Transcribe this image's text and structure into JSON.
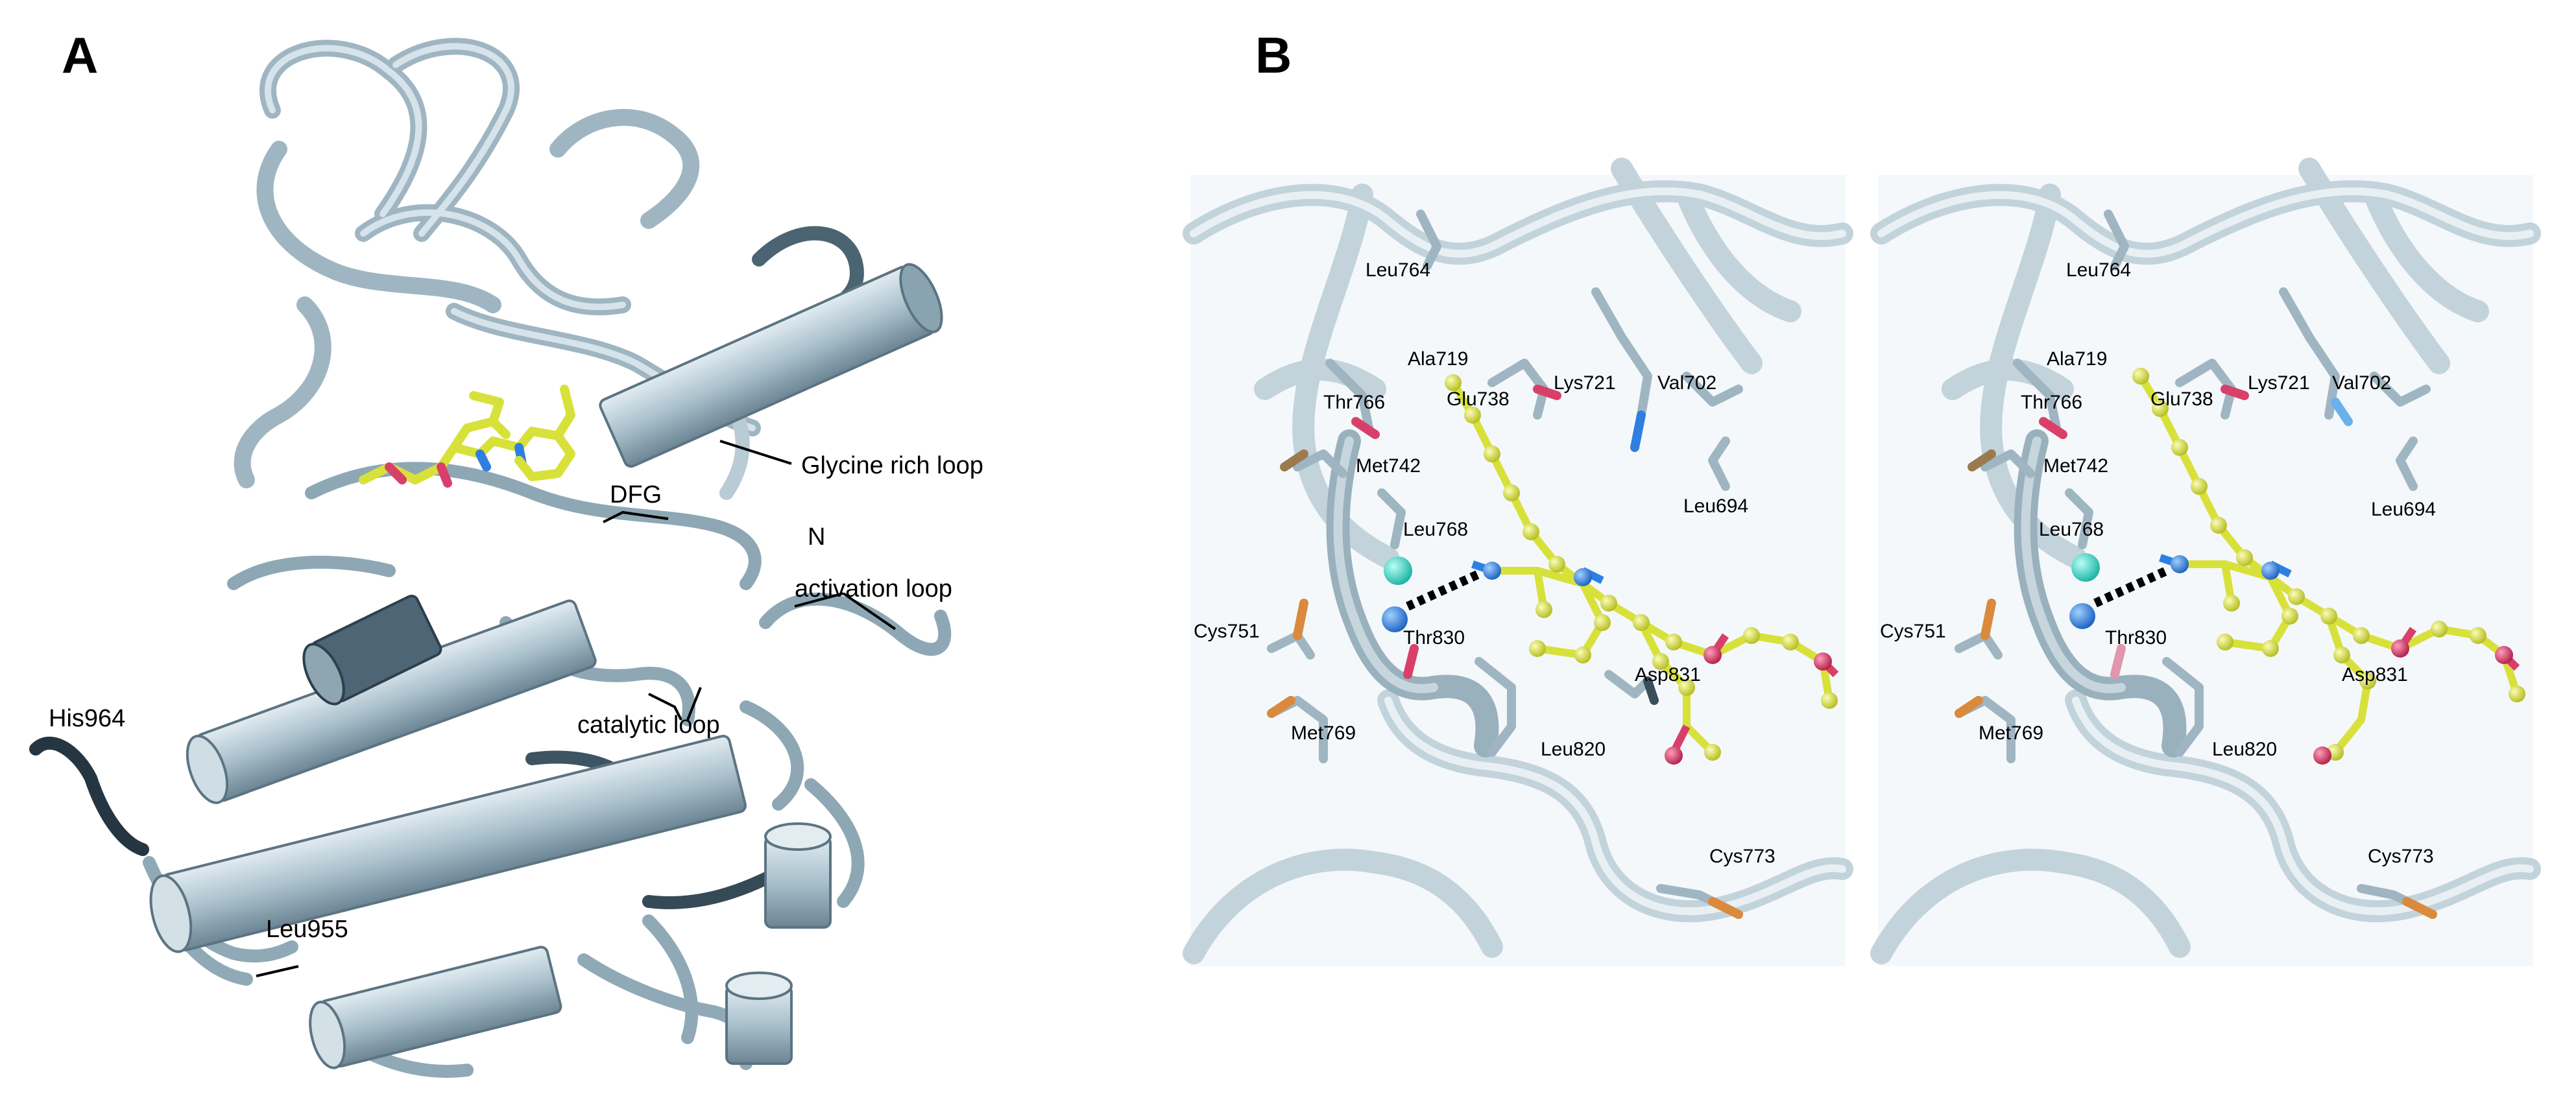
{
  "panels": [
    {
      "letter": "A"
    },
    {
      "letter": "B"
    }
  ],
  "panel_a": {
    "labels": {
      "glycine_rich_loop": "Glycine rich loop",
      "dfg": "DFG",
      "n_terminus": "N",
      "activation_loop": "activation loop",
      "catalytic_loop": "catalytic loop",
      "his964": "His964",
      "leu955": "Leu955"
    }
  },
  "panel_b": {
    "left": {
      "leu764": "Leu764",
      "ala719": "Ala719",
      "thr766": "Thr766",
      "glu738": "Glu738",
      "lys721": "Lys721",
      "val702": "Val702",
      "met742": "Met742",
      "leu694": "Leu694",
      "leu768": "Leu768",
      "cys751": "Cys751",
      "thr830": "Thr830",
      "asp831": "Asp831",
      "met769": "Met769",
      "leu820": "Leu820",
      "cys773": "Cys773"
    },
    "right": {
      "leu764": "Leu764",
      "ala719": "Ala719",
      "thr766": "Thr766",
      "glu738": "Glu738",
      "lys721": "Lys721",
      "val702": "Val702",
      "met742": "Met742",
      "leu694": "Leu694",
      "leu768": "Leu768",
      "cys751": "Cys751",
      "thr830": "Thr830",
      "asp831": "Asp831",
      "met769": "Met769",
      "leu820": "Leu820",
      "cys773": "Cys773"
    }
  },
  "colors": {
    "ribbon": "#a9c0cc",
    "ribbon_dark": "#5f7785",
    "ribbon_light": "#dbe6ec",
    "ligand_carbon": "#d8e13a",
    "oxygen": "#d8406a",
    "nitrogen": "#2f7fe0",
    "sulfur": "#d98a3c",
    "water": "#3fd6c6",
    "hbond": "#000000"
  }
}
